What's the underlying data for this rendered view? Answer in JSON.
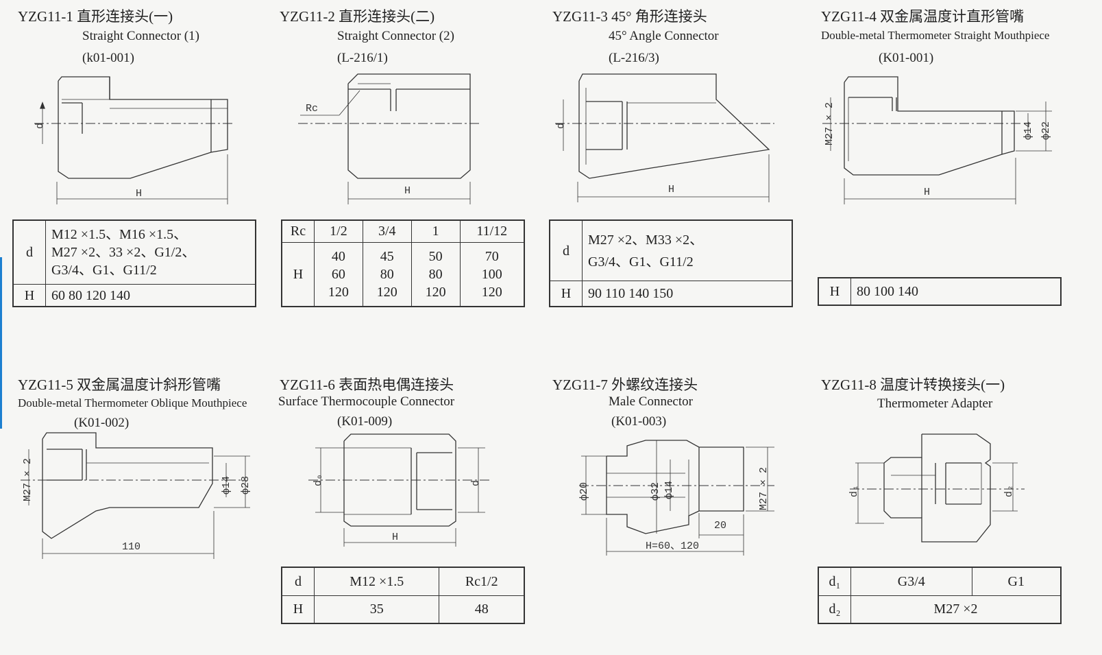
{
  "items": [
    {
      "title": "YZG11-1 直形连接头(一)",
      "subtitle": "Straight Connector (1)",
      "code": "(k01-001)",
      "dim_labels": [
        "d",
        "H"
      ],
      "table": {
        "d_label": "d",
        "d_lines": [
          "M12 ×1.5、M16 ×1.5、",
          "M27 ×2、33 ×2、G1/2、",
          "G3/4、G1、G11/2"
        ],
        "h_label": "H",
        "h_values": "60  80  120  140"
      }
    },
    {
      "title": "YZG11-2 直形连接头(二)",
      "subtitle": "Straight Connector (2)",
      "code": "(L-216/1)",
      "dim_labels": [
        "Rc",
        "H"
      ],
      "table": {
        "rc_label": "Rc",
        "sizes": [
          "1/2",
          "3/4",
          "1",
          "11/12"
        ],
        "h_label": "H",
        "h_values": [
          [
            "40",
            "60",
            "120"
          ],
          [
            "45",
            "80",
            "120"
          ],
          [
            "50",
            "80",
            "120"
          ],
          [
            "70",
            "100",
            "120"
          ]
        ]
      }
    },
    {
      "title": "YZG11-3 45° 角形连接头",
      "subtitle": "45° Angle Connector",
      "code": "(L-216/3)",
      "dim_labels": [
        "d",
        "H"
      ],
      "table": {
        "d_label": "d",
        "d_lines": [
          "M27 ×2、M33 ×2、",
          "G3/4、G1、G11/2"
        ],
        "h_label": "H",
        "h_values": "90  110  140  150"
      }
    },
    {
      "title": "YZG11-4 双金属温度计直形管嘴",
      "subtitle": "Double-metal Thermometer Straight Mouthpiece",
      "code": "(K01-001)",
      "dim_labels": [
        "M27 × 2",
        "ф14",
        "ф22",
        "H"
      ],
      "table": {
        "h_label": "H",
        "h_values": "80  100  140"
      }
    },
    {
      "title": "YZG11-5 双金属温度计斜形管嘴",
      "subtitle": "Double-metal Thermometer Oblique Mouthpiece",
      "code": "(K01-002)",
      "dim_labels": [
        "M27 × 2",
        "ф14",
        "ф28",
        "110"
      ]
    },
    {
      "title": "YZG11-6 表面热电偶连接头",
      "subtitle": "Surface Thermocouple Connector",
      "code": "(K01-009)",
      "dim_labels": [
        "d₀",
        "d",
        "H"
      ],
      "table": {
        "d_label": "d",
        "d_values": [
          "M12 ×1.5",
          "Rc1/2"
        ],
        "h_label": "H",
        "h_values": [
          "35",
          "48"
        ]
      }
    },
    {
      "title": "YZG11-7 外螺纹连接头",
      "subtitle": "Male Connector",
      "code": "(K01-003)",
      "dim_labels": [
        "ф20",
        "ф32",
        "ф14",
        "M27 × 2",
        "20",
        "H=60、120"
      ]
    },
    {
      "title": "YZG11-8 温度计转换接头(一)",
      "subtitle": "Thermometer Adapter",
      "dim_labels": [
        "d₁",
        "d₂"
      ],
      "table": {
        "d1_label": "d₁",
        "d1_values": [
          "G3/4",
          "G1"
        ],
        "d2_label": "d₂",
        "d2_value": "M27 ×2"
      }
    }
  ]
}
